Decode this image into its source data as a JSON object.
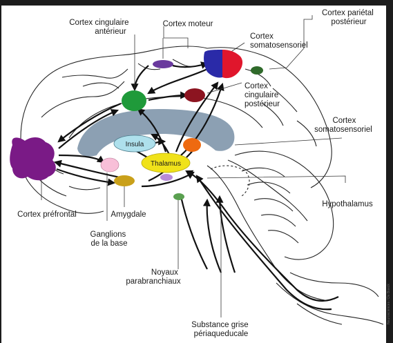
{
  "diagram": {
    "labels": {
      "cortex_cingulaire_anterieur": [
        "Cortex cingulaire",
        "antérieur"
      ],
      "cortex_moteur": "Cortex moteur",
      "cortex_parietal_posterieur": [
        "Cortex pariétal",
        "postérieur"
      ],
      "cortex_somatosensoriel_top": [
        "Cortex",
        "somatosensoriel"
      ],
      "cortex_cingulaire_posterieur": [
        "Cortex",
        "cingulaire",
        "postérieur"
      ],
      "cortex_somatosensoriel_right": [
        "Cortex",
        "somatosensoriel"
      ],
      "hypothalamus": "Hypothalamus",
      "cortex_prefrontal": "Cortex préfrontal",
      "amygdale": "Amygdale",
      "ganglions_de_la_base": [
        "Ganglions",
        "de la base"
      ],
      "noyaux_parabranchiaux": [
        "Noyaux",
        "parabranchiaux"
      ],
      "substance_grise": [
        "Substance grise",
        "périaqueducale"
      ],
      "insula": "Insula",
      "thalamus": "Thalamus"
    },
    "colors": {
      "prefrontal": "#7a1a86",
      "motor": "#6a3a9e",
      "somato_blue": "#2a2aa8",
      "somato_red": "#e0162c",
      "parietal": "#2f6a2a",
      "cingulate_anterior": "#1f9a3a",
      "cingulate_posterior": "#8c1420",
      "insula_fill": "#aee0ec",
      "insula_band": "#7f96ab",
      "thalamus": "#f0e21a",
      "somato_second": "#ee6a10",
      "basal_ganglia": "#f8bfd8",
      "amygdala": "#c9a01a",
      "hypothalamus_small": "#b88bd8",
      "parabrachial": "#5aa050"
    },
    "vertical_credit": "Neurosciences / De Boeck"
  }
}
